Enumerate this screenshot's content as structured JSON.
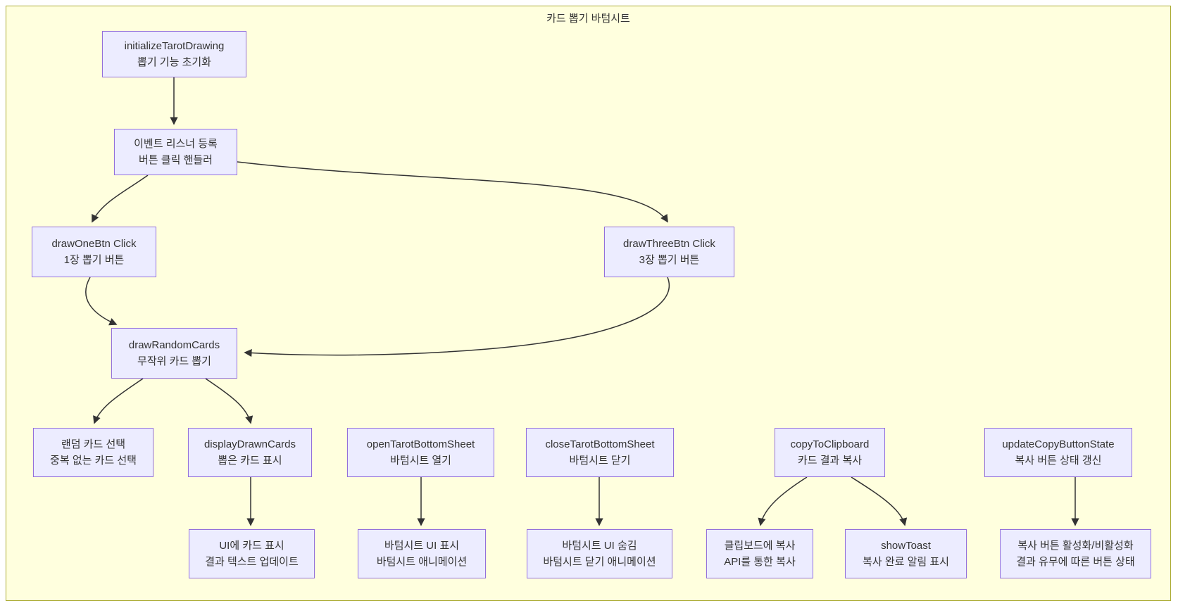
{
  "diagram": {
    "title": "카드 뽑기 바텀시트",
    "type": "flowchart",
    "colors": {
      "cluster_background": "#ffffde",
      "cluster_border": "#aaaa33",
      "node_fill": "#ECECFF",
      "node_border": "#9370DB",
      "edge": "#333333",
      "text": "#333333"
    },
    "nodes": {
      "init": {
        "title": "initializeTarotDrawing",
        "subtitle": "뽑기 기능 초기화"
      },
      "listener": {
        "title": "이벤트 리스너 등록",
        "subtitle": "버튼 클릭 핸들러"
      },
      "drawOne": {
        "title": "drawOneBtn Click",
        "subtitle": "1장 뽑기 버튼"
      },
      "drawThree": {
        "title": "drawThreeBtn Click",
        "subtitle": "3장 뽑기 버튼"
      },
      "drawRandom": {
        "title": "drawRandomCards",
        "subtitle": "무작위 카드 뽑기"
      },
      "randomSelect": {
        "title": "랜덤 카드 선택",
        "subtitle": "중복 없는 카드 선택"
      },
      "display": {
        "title": "displayDrawnCards",
        "subtitle": "뽑은 카드 표시"
      },
      "open": {
        "title": "openTarotBottomSheet",
        "subtitle": "바텀시트 열기"
      },
      "close": {
        "title": "closeTarotBottomSheet",
        "subtitle": "바텀시트 닫기"
      },
      "copy": {
        "title": "copyToClipboard",
        "subtitle": "카드 결과 복사"
      },
      "updateState": {
        "title": "updateCopyButtonState",
        "subtitle": "복사 버튼 상태 갱신"
      },
      "uiDisplay": {
        "title": "UI에 카드 표시",
        "subtitle": "결과 텍스트 업데이트"
      },
      "sheetShow": {
        "title": "바텀시트 UI 표시",
        "subtitle": "바텀시트 애니메이션"
      },
      "sheetHide": {
        "title": "바텀시트 UI 숨김",
        "subtitle": "바텀시트 닫기 애니메이션"
      },
      "clipboard": {
        "title": "클립보드에 복사",
        "subtitle": "API를 통한 복사"
      },
      "toast": {
        "title": "showToast",
        "subtitle": "복사 완료 알림 표시"
      },
      "btnState": {
        "title": "복사 버튼 활성화/비활성화",
        "subtitle": "결과 유무에 따른 버튼 상태"
      }
    },
    "edges": [
      {
        "from": "init",
        "to": "listener"
      },
      {
        "from": "listener",
        "to": "drawOne"
      },
      {
        "from": "listener",
        "to": "drawThree"
      },
      {
        "from": "drawOne",
        "to": "drawRandom"
      },
      {
        "from": "drawThree",
        "to": "drawRandom"
      },
      {
        "from": "drawRandom",
        "to": "randomSelect"
      },
      {
        "from": "drawRandom",
        "to": "display"
      },
      {
        "from": "display",
        "to": "uiDisplay"
      },
      {
        "from": "open",
        "to": "sheetShow"
      },
      {
        "from": "close",
        "to": "sheetHide"
      },
      {
        "from": "copy",
        "to": "clipboard"
      },
      {
        "from": "copy",
        "to": "toast"
      },
      {
        "from": "updateState",
        "to": "btnState"
      }
    ]
  }
}
